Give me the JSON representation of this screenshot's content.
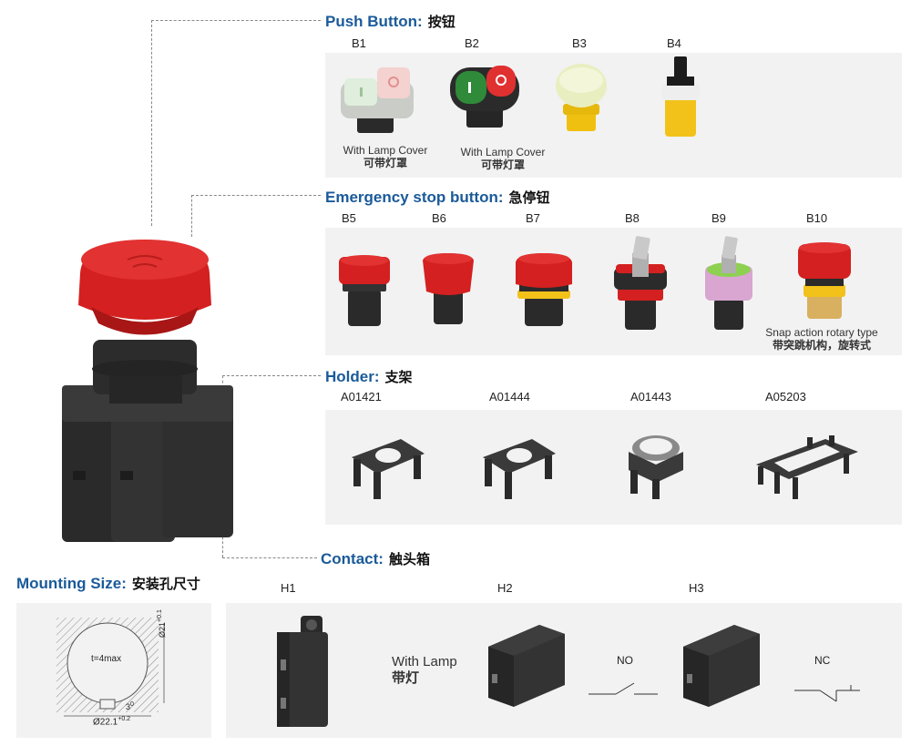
{
  "sections": {
    "push": {
      "title": "Push Button:",
      "title_zh": "按钮"
    },
    "estop": {
      "title": "Emergency stop button:",
      "title_zh": "急停钮"
    },
    "holder": {
      "title": "Holder:",
      "title_zh": "支架"
    },
    "contact": {
      "title": "Contact:",
      "title_zh": "触头箱"
    },
    "mounting": {
      "title": "Mounting Size:",
      "title_zh": "安装孔尺寸"
    }
  },
  "push_buttons": [
    {
      "code": "B1",
      "caption": "With Lamp Cover",
      "caption_zh": "可带灯罩"
    },
    {
      "code": "B2",
      "caption": "With Lamp Cover",
      "caption_zh": "可带灯罩"
    },
    {
      "code": "B3"
    },
    {
      "code": "B4"
    }
  ],
  "estop_buttons": [
    {
      "code": "B5"
    },
    {
      "code": "B6"
    },
    {
      "code": "B7"
    },
    {
      "code": "B8"
    },
    {
      "code": "B9"
    },
    {
      "code": "B10",
      "caption": "Snap action rotary type",
      "caption_zh": "带突跳机构，旋转式"
    }
  ],
  "holders": [
    {
      "code": "A01421"
    },
    {
      "code": "A01444"
    },
    {
      "code": "A01443"
    },
    {
      "code": "A05203"
    }
  ],
  "contacts": [
    {
      "code": "H1",
      "label": "With Lamp",
      "label_zh": "带灯"
    },
    {
      "code": "H2",
      "label": "NO"
    },
    {
      "code": "H3",
      "label": "NC"
    }
  ],
  "mounting": {
    "thickness": "t=4max",
    "dim_height": "Ø21",
    "dim_height_tol": "+0.1",
    "dim_width": "Ø22.1",
    "dim_width_tol": "+0.2",
    "dim_key": "3",
    "dim_key_tol": "0"
  },
  "colors": {
    "title_blue": "#1a5a9a",
    "panel_bg": "#f2f2f2",
    "red": "#d42020",
    "body_dark": "#2b2b2b",
    "yellow": "#f2c21a",
    "green": "#2f8a3a"
  }
}
